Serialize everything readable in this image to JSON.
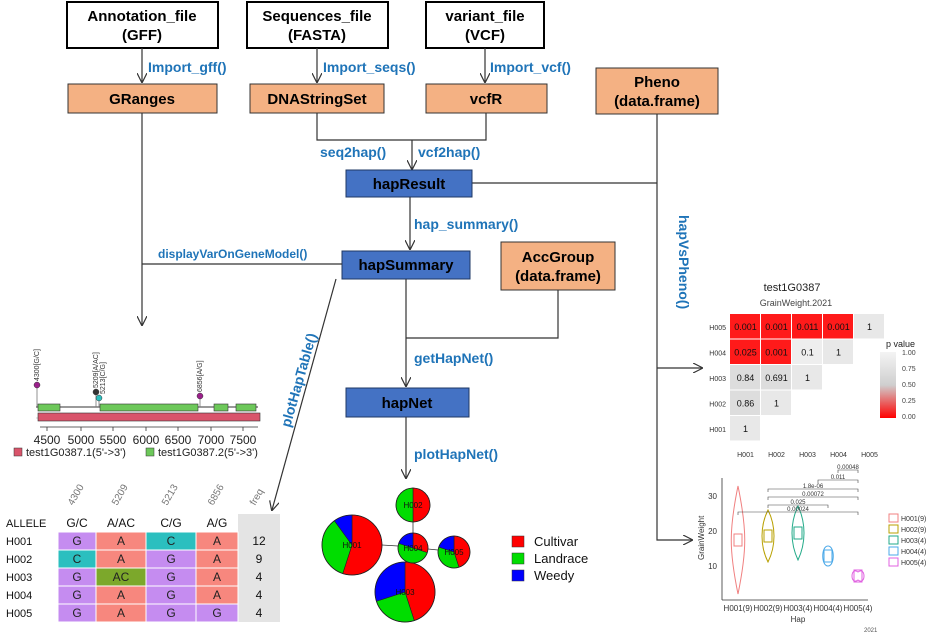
{
  "inputs": {
    "gff": {
      "line1": "Annotation_file",
      "line2": "(GFF)"
    },
    "fasta": {
      "line1": "Sequences_file",
      "line2": "(FASTA)"
    },
    "vcf": {
      "line1": "variant_file",
      "line2": "(VCF)"
    }
  },
  "objects": {
    "granges": "GRanges",
    "dnastringset": "DNAStringSet",
    "vcfr": "vcfR",
    "pheno": {
      "line1": "Pheno",
      "line2": "(data.frame)"
    },
    "accgroup": {
      "line1": "AccGroup",
      "line2": "(data.frame)"
    },
    "hapresult": "hapResult",
    "hapsummary": "hapSummary",
    "hapnet": "hapNet"
  },
  "functions": {
    "import_gff": "Import_gff()",
    "import_seqs": "Import_seqs()",
    "import_vcf": "Import_vcf()",
    "seq2hap": "seq2hap()",
    "vcf2hap": "vcf2hap()",
    "hap_summary": "hap_summary()",
    "display_var": "displayVarOnGeneModel()",
    "plot_hap_table": "plotHapTable()",
    "get_hap_net": "getHapNet()",
    "plot_hap_net": "plotHapNet()",
    "hap_vs_pheno": "hapVsPheno()"
  },
  "gene_model": {
    "variant_labels": [
      "4300[G/C]",
      "5209[A/AC]",
      "5213[C/G]",
      "6856[A/G]"
    ],
    "axis_ticks": [
      "4500",
      "5000",
      "5500",
      "6000",
      "6500",
      "7000",
      "7500"
    ],
    "legend": [
      "test1G0387.1(5'->3')",
      "test1G0387.2(5'->3')"
    ],
    "colors": {
      "transcript1": "#d9546b",
      "transcript2": "#6dc85a",
      "marker": "#9b1f8b"
    }
  },
  "hap_table": {
    "positions": [
      "4300",
      "5209",
      "5213",
      "6856",
      "freq"
    ],
    "allele_label": "ALLELE",
    "alleles": [
      "G/C",
      "A/AC",
      "C/G",
      "A/G"
    ],
    "rows": [
      {
        "id": "H001",
        "cells": [
          "G",
          "A",
          "C",
          "A"
        ],
        "freq": "12"
      },
      {
        "id": "H002",
        "cells": [
          "C",
          "A",
          "G",
          "A"
        ],
        "freq": "9"
      },
      {
        "id": "H003",
        "cells": [
          "G",
          "AC",
          "G",
          "A"
        ],
        "freq": "4"
      },
      {
        "id": "H004",
        "cells": [
          "G",
          "A",
          "G",
          "A"
        ],
        "freq": "4"
      },
      {
        "id": "H005",
        "cells": [
          "G",
          "A",
          "G",
          "G"
        ],
        "freq": "4"
      }
    ],
    "allele_colors": {
      "G": "#c58cf0",
      "A": "#f7877e",
      "C": "#2bbfbf",
      "AC": "#7ca82b"
    }
  },
  "hap_net": {
    "nodes": [
      "H001",
      "H002",
      "H003",
      "H004",
      "H005"
    ],
    "legend": [
      {
        "label": "Cultivar",
        "color": "#ff0000"
      },
      {
        "label": "Landrace",
        "color": "#00dd00"
      },
      {
        "label": "Weedy",
        "color": "#0000ff"
      }
    ]
  },
  "heatmap": {
    "title": "test1G0387",
    "subtitle": "GrainWeight.2021",
    "row_labels": [
      "H005",
      "H004",
      "H003",
      "H002",
      "H001"
    ],
    "col_labels": [
      "H001",
      "H002",
      "H003",
      "H004",
      "H005"
    ],
    "cells": [
      [
        "0.001",
        "0.001",
        "0.011",
        "0.001",
        "1"
      ],
      [
        "0.025",
        "0.001",
        "0.1",
        "1"
      ],
      [
        "0.84",
        "0.691",
        "1"
      ],
      [
        "0.86",
        "1"
      ],
      [
        "1"
      ]
    ],
    "legend_title": "p value",
    "legend_ticks": [
      "1.00",
      "0.75",
      "0.50",
      "0.25",
      "0.00"
    ]
  },
  "violin": {
    "ylabel": "GrainWeight",
    "xlabel": "Hap",
    "y_ticks": [
      "10",
      "20",
      "30"
    ],
    "x_labels": [
      "H001(9)",
      "H002(9)",
      "H003(4)",
      "H004(4)",
      "H005(4)"
    ],
    "pvalues": [
      "0.00048",
      "0.011",
      "1.8e-06",
      "0.00072",
      "0.025",
      "0.00024"
    ],
    "legend": [
      "H001(9)",
      "H002(9)",
      "H003(4)",
      "H004(4)",
      "H005(4)"
    ],
    "colors": [
      "#f08080",
      "#b8a000",
      "#22aa88",
      "#4aa8e8",
      "#e060e0"
    ],
    "footnote": "2021"
  }
}
